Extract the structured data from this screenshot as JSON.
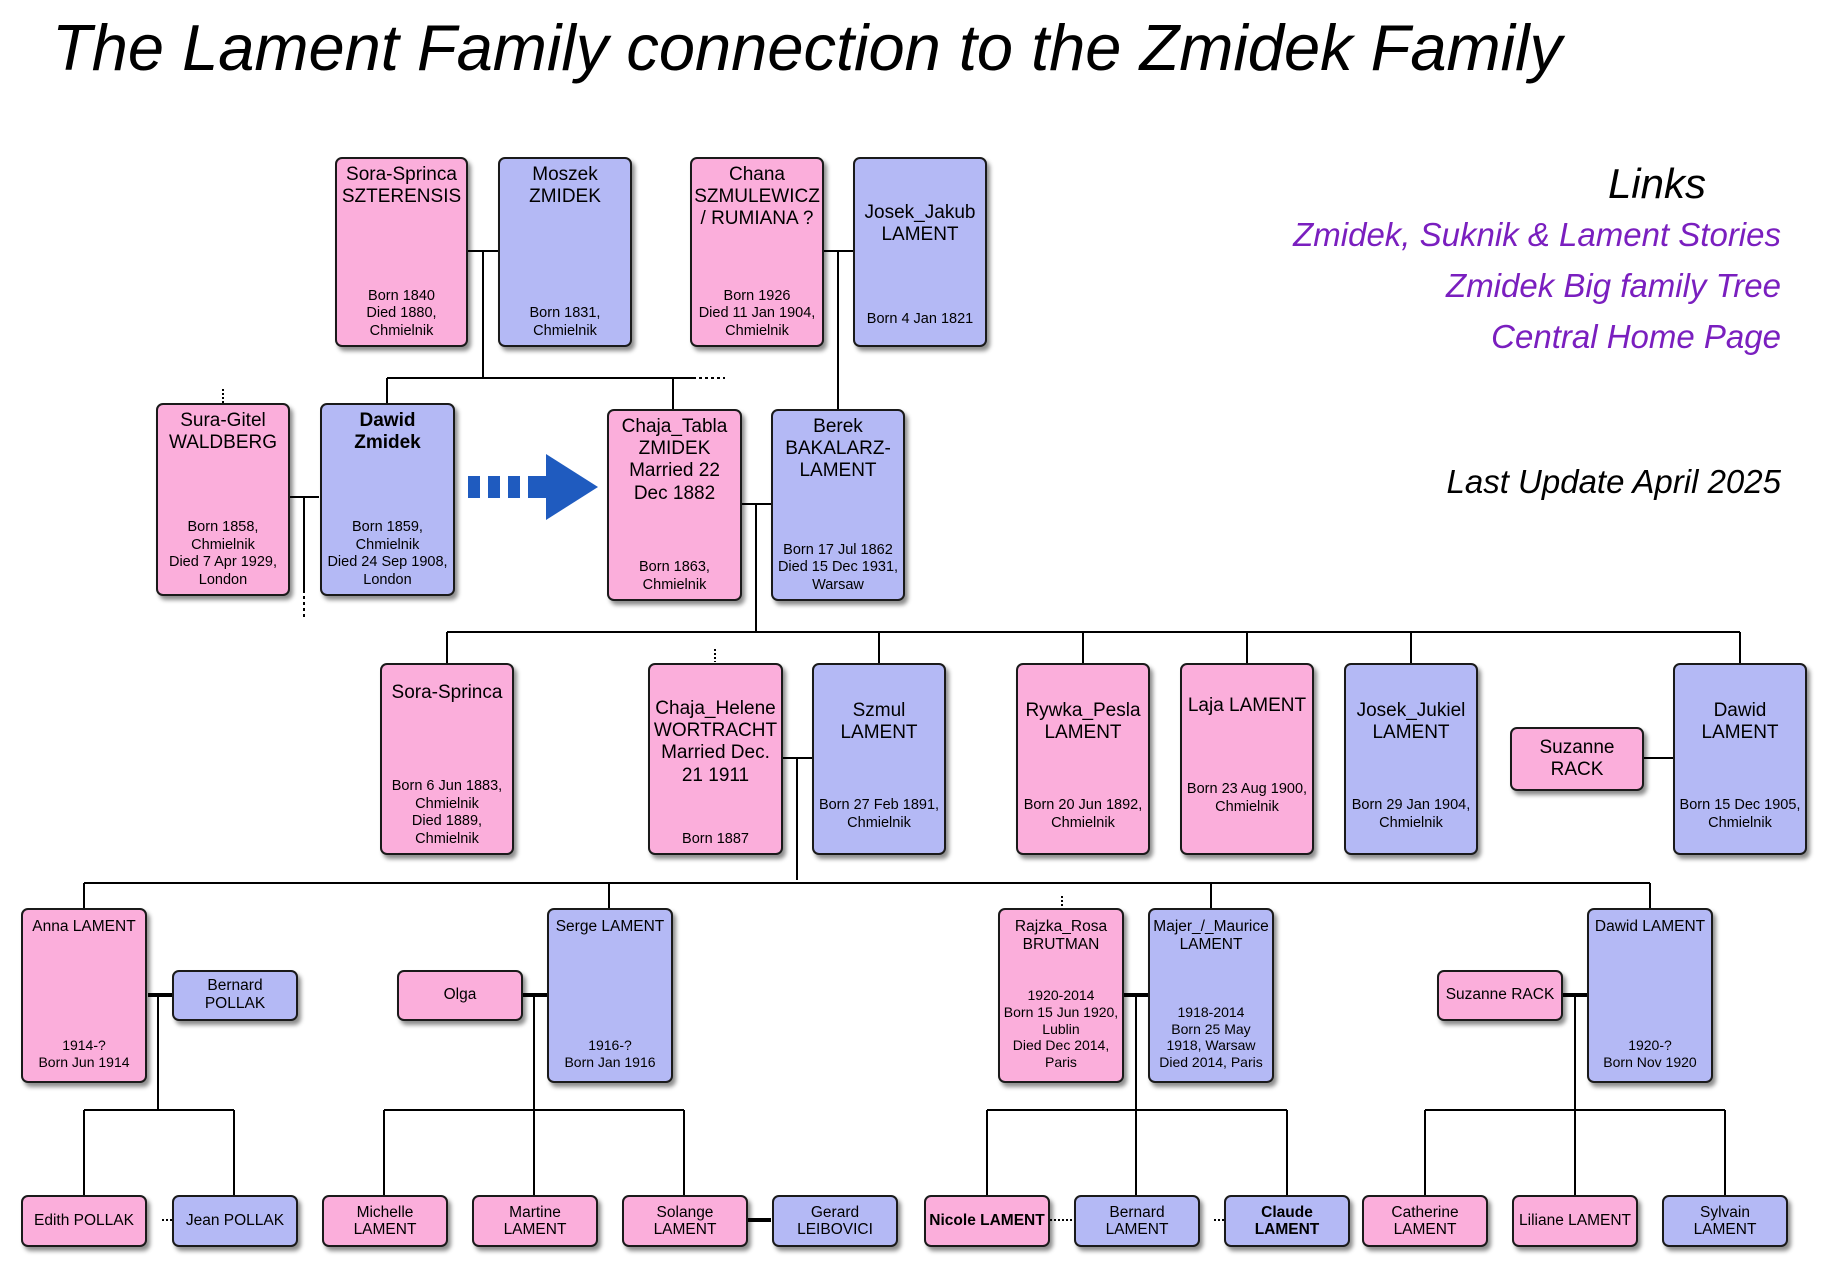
{
  "title": "The Lament Family connection to the Zmidek Family",
  "links": {
    "heading": "Links",
    "items": [
      "Zmidek, Suknik & Lament Stories",
      "Zmidek Big family Tree",
      "Central Home Page"
    ]
  },
  "last_update": "Last Update April 2025",
  "people": {
    "sora_sprinca_szterensis": {
      "name": "Sora-Sprinca\nSZTERENSIS",
      "details": "Born 1840\nDied 1880,\nChmielnik"
    },
    "moszek_zmidek": {
      "name": "Moszek\nZMIDEK",
      "details": "Born 1831,\nChmielnik"
    },
    "chana_szmulewicz": {
      "name": "Chana\nSZMULEWICZ\n/ RUMIANA ?",
      "details": "Born 1926\nDied 11 Jan 1904,\nChmielnik"
    },
    "josek_jakub_lament": {
      "name": "Josek_Jakub\nLAMENT",
      "details": "Born 4 Jan 1821"
    },
    "sura_gitel_waldberg": {
      "name": "Sura-Gitel\nWALDBERG",
      "details": "Born 1858,\nChmielnik\nDied 7 Apr 1929,\nLondon"
    },
    "dawid_zmidek": {
      "name": "Dawid\nZmidek",
      "details": "Born 1859,\nChmielnik\nDied 24 Sep 1908,\nLondon"
    },
    "chaja_tabla_zmidek": {
      "name": "Chaja_Tabla\nZMIDEK\nMarried 22\nDec 1882",
      "details": "Born 1863,\nChmielnik"
    },
    "berek_bakalarz_lament": {
      "name": "Berek\nBAKALARZ-\nLAMENT",
      "details": "Born 17 Jul 1862\nDied 15 Dec 1931,\nWarsaw"
    },
    "sora_sprinca": {
      "name": "Sora-Sprinca",
      "details": "Born 6 Jun 1883,\nChmielnik\nDied 1889,\nChmielnik"
    },
    "chaja_helene_wortracht": {
      "name": "Chaja_Helene\nWORTRACHT\nMarried Dec.\n21 1911",
      "details": "Born 1887"
    },
    "szmul_lament": {
      "name": "Szmul\nLAMENT",
      "details": "Born 27 Feb 1891,\nChmielnik"
    },
    "rywka_pesla_lament": {
      "name": "Rywka_Pesla\nLAMENT",
      "details": "Born 20 Jun 1892,\nChmielnik"
    },
    "laja_lament": {
      "name": "Laja LAMENT",
      "details": "Born 23 Aug 1900,\nChmielnik"
    },
    "josek_jukiel_lament": {
      "name": "Josek_Jukiel\nLAMENT",
      "details": "Born 29 Jan 1904,\nChmielnik"
    },
    "suzanne_rack_1": {
      "name": "Suzanne\nRACK"
    },
    "dawid_lament_1905": {
      "name": "Dawid\nLAMENT",
      "details": "Born 15 Dec 1905,\nChmielnik"
    },
    "anna_lament": {
      "name": "Anna LAMENT",
      "details": "1914-?\nBorn Jun 1914"
    },
    "bernard_pollak": {
      "name": "Bernard\nPOLLAK"
    },
    "olga": {
      "name": "Olga"
    },
    "serge_lament": {
      "name": "Serge LAMENT",
      "details": "1916-?\nBorn Jan 1916"
    },
    "rajzka_rosa_brutman": {
      "name": "Rajzka_Rosa\nBRUTMAN",
      "details": "1920-2014\nBorn 15 Jun 1920,\nLublin\nDied Dec 2014,\nParis"
    },
    "majer_maurice_lament": {
      "name": "Majer_/_Maurice\nLAMENT",
      "details": "1918-2014\nBorn 25 May\n1918, Warsaw\nDied 2014, Paris"
    },
    "suzanne_rack_2": {
      "name": "Suzanne RACK"
    },
    "dawid_lament_1920": {
      "name": "Dawid LAMENT",
      "details": "1920-?\nBorn Nov 1920"
    },
    "edith_pollak": {
      "name": "Edith POLLAK"
    },
    "jean_pollak": {
      "name": "Jean POLLAK"
    },
    "michelle_lament": {
      "name": "Michelle\nLAMENT"
    },
    "martine_lament": {
      "name": "Martine\nLAMENT"
    },
    "solange_lament": {
      "name": "Solange\nLAMENT"
    },
    "gerard_leibovici": {
      "name": "Gerard\nLEIBOVICI"
    },
    "nicole_lament": {
      "name": "Nicole LAMENT"
    },
    "bernard_lament": {
      "name": "Bernard\nLAMENT"
    },
    "claude_lament": {
      "name": "Claude LAMENT"
    },
    "catherine_lament": {
      "name": "Catherine\nLAMENT"
    },
    "liliane_lament": {
      "name": "Liliane LAMENT"
    },
    "sylvain_lament": {
      "name": "Sylvain LAMENT"
    }
  },
  "colors": {
    "female": "#fbaedb",
    "male": "#b4b9f5",
    "link": "#7a1fbf",
    "arrow": "#1f5bbf"
  }
}
